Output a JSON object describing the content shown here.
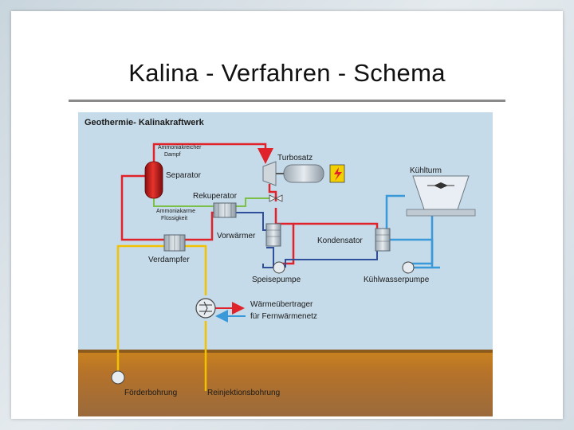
{
  "slide": {
    "title": "Kalina - Verfahren - Schema"
  },
  "diagram": {
    "heading": "Geothermie- Kalinakraftwerk",
    "labels": {
      "ammonia_vapor_line1": "Ammoniakreicher",
      "ammonia_vapor_line2": "Dampf",
      "separator": "Separator",
      "turbine": "Turbosatz",
      "cooling_tower": "Kühlturm",
      "recuperator": "Rekuperator",
      "ammonia_liquid_line1": "Ammoniakarme",
      "ammonia_liquid_line2": "Flüssigkeit",
      "preheater": "Vorwärmer",
      "condenser": "Kondensator",
      "evaporator": "Verdampfer",
      "feed_pump": "Speisepumpe",
      "cooling_water_pump": "Kühlwasserpumpe",
      "heat_exchanger_line1": "Wärmeübertrager",
      "heat_exchanger_line2": "für Fernwärmenetz",
      "production_well": "Förderbohrung",
      "reinjection_well": "Reinjektionsbohrung"
    },
    "colors": {
      "hot_vapor": "#e0232a",
      "cold_return": "#2f4f9a",
      "cooling_water": "#3a9ad9",
      "geothermal_fluid": "#f2c200",
      "ammonia_liquid": "#7cc04a",
      "diagram_background": "#c8dcea",
      "ground_top": "#c27a1e",
      "ground_bottom": "#9a6a3c"
    }
  }
}
